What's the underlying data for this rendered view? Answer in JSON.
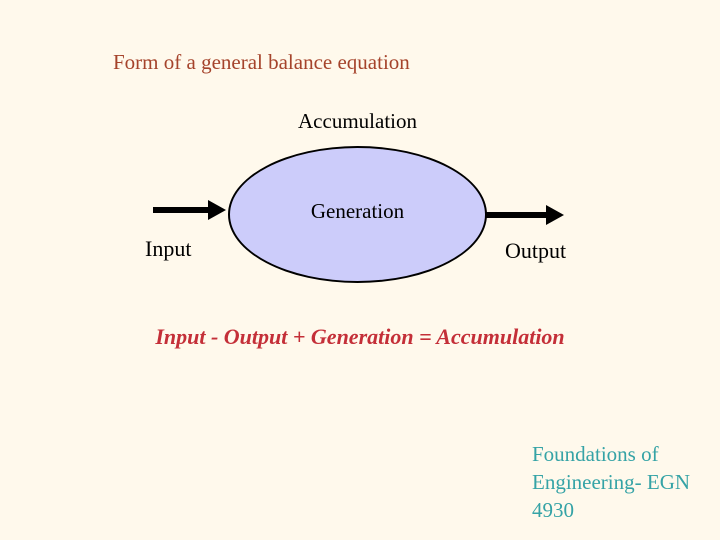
{
  "slide": {
    "title": "Form of a general balance equation",
    "diagram": {
      "top_label": "Accumulation",
      "ellipse_label": "Generation",
      "input_label": "Input",
      "output_label": "Output"
    },
    "equation": "Input - Output + Generation = Accumulation",
    "footer_lines": [
      "Foundations of",
      "Engineering- EGN",
      "4930"
    ]
  },
  "colors": {
    "background": "#FFF9EC",
    "title_color": "#A5432B",
    "equation_color": "#C42F38",
    "footer_color": "#35A3A6",
    "ellipse_fill": "#CCCCFA",
    "ink": "#000000"
  }
}
